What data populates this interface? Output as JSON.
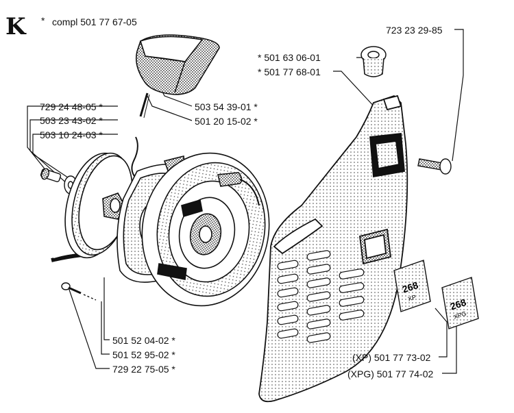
{
  "title_letter": "K",
  "kit": {
    "star": "*",
    "text": "compl 501 77 67-05"
  },
  "parts": {
    "p1": "723 23 29-85",
    "p2": "* 501 63 06-01",
    "p3": "* 501 77 68-01",
    "p4": "729 24 48-05 *",
    "p5": "503 23 43-02 *",
    "p6": "503 10 24-03 *",
    "p7": "503 54 39-01 *",
    "p8": "501 20 15-02 *",
    "p9": "501 52 04-02 *",
    "p10": "501 52 95-02 *",
    "p11": "729 22 75-05 *",
    "p12": "(XP) 501 77 73-02",
    "p13": "(XPG) 501 77 74-02"
  },
  "decal": {
    "model": "268",
    "variant_xp": "XP",
    "variant_xpg": "XPG"
  }
}
